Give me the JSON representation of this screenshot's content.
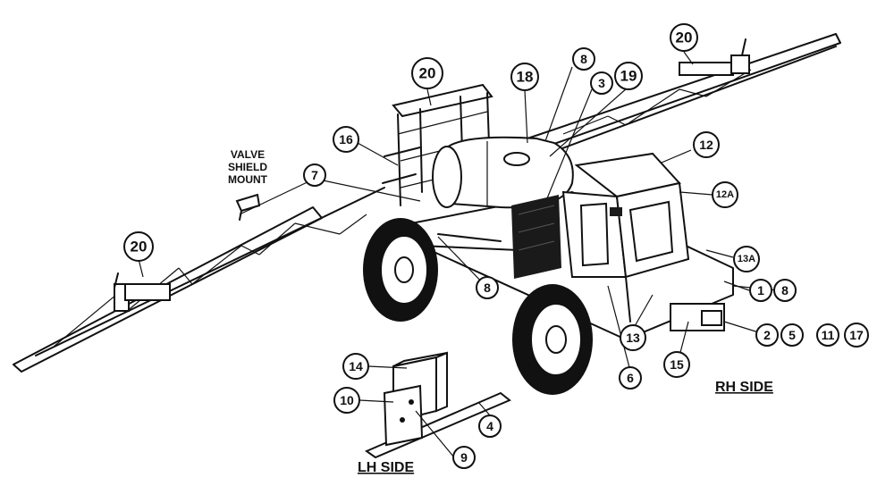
{
  "labels": {
    "valve_shield_line1": "VALVE",
    "valve_shield_line2": "SHIELD",
    "valve_shield_line3": "MOUNT",
    "rh_side": "RH SIDE",
    "lh_side": "LH SIDE"
  },
  "callouts": {
    "c20_left": "20",
    "c20_top": "20",
    "c20_right": "20",
    "c18": "18",
    "c8_top": "8",
    "c3": "3",
    "c19": "19",
    "c16": "16",
    "c7": "7",
    "c12": "12",
    "c12a": "12A",
    "c13a": "13A",
    "c1": "1",
    "c8_right": "8",
    "c8_left": "8",
    "c2": "2",
    "c5": "5",
    "c11": "11",
    "c17": "17",
    "c13": "13",
    "c15": "15",
    "c6": "6",
    "c14": "14",
    "c10": "10",
    "c4": "4",
    "c9": "9"
  }
}
